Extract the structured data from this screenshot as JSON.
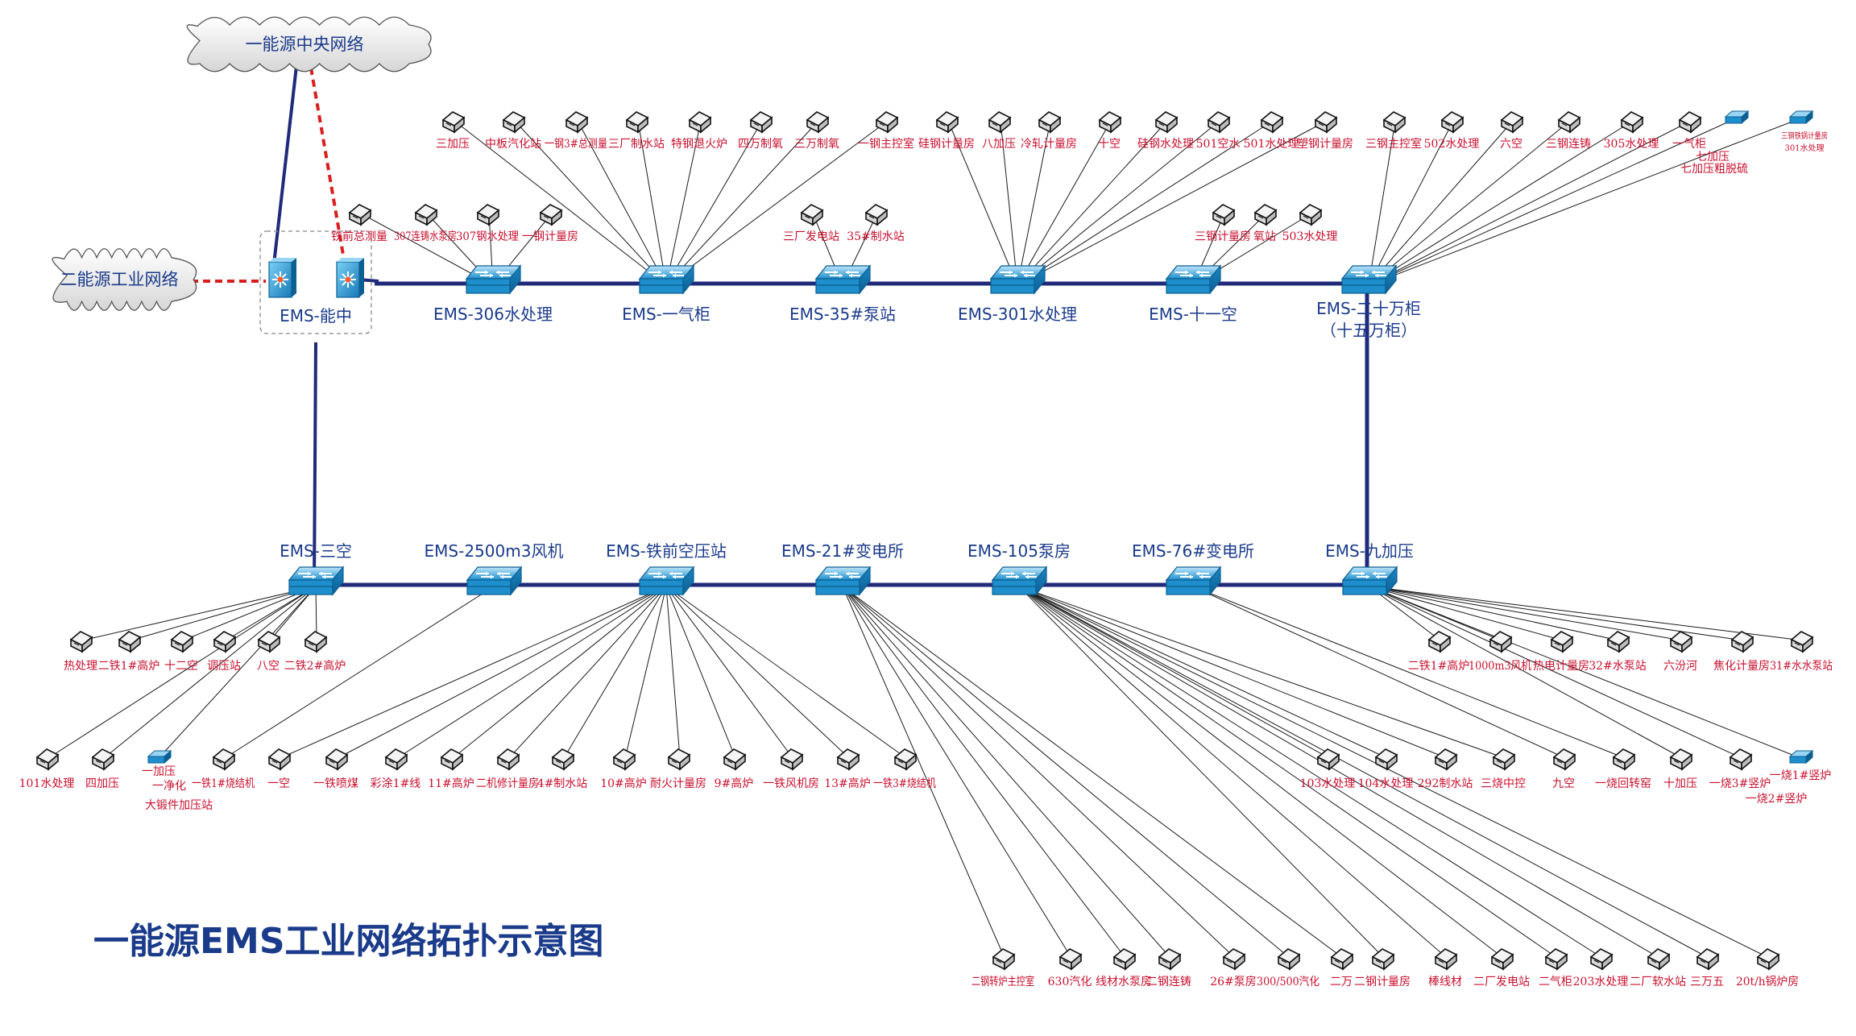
{
  "diagram_title": "一能源EMS工业网络拓扑示意图",
  "clouds": {
    "central": "一能源中央网络",
    "industrial": "二能源工业网络"
  },
  "core": {
    "label": "EMS-能中"
  },
  "top_switches": [
    {
      "label": "EMS-306水处理"
    },
    {
      "label": "EMS-一气柜"
    },
    {
      "label": "EMS-35#泵站"
    },
    {
      "label": "EMS-301水处理"
    },
    {
      "label": "EMS-十一空"
    },
    {
      "label": "EMS-二十万柜",
      "label2": "（十五万柜）"
    }
  ],
  "bottom_switches": [
    {
      "label": "EMS-三空"
    },
    {
      "label": "EMS-2500m3风机"
    },
    {
      "label": "EMS-铁前空压站"
    },
    {
      "label": "EMS-21#变电所"
    },
    {
      "label": "EMS-105泵房"
    },
    {
      "label": "EMS-76#变电所"
    },
    {
      "label": "EMS-九加压"
    }
  ],
  "nodes": {
    "top_row": [
      "三加压",
      "中板汽化站",
      "一钢3#总测量",
      "三厂制水站",
      "特钢退火炉",
      "四万制氧",
      "三万制氧",
      "一钢主控室",
      "硅钢计量房",
      "八加压",
      "冷轧计量房",
      "十空",
      "硅钢水处理",
      "501空水",
      "501水处理",
      "塑钢计量房",
      "三钢主控室",
      "502水处理",
      "六空",
      "三钢连铸",
      "305水处理",
      "一气柜",
      "七加压",
      "301水处理"
    ],
    "top_row_extra": [
      "七加压粗脱硫",
      "三钢铁锅计量房"
    ],
    "sub_306": [
      "铁前总测量",
      "307连铸水泵房",
      "307钢水处理",
      "一钢计量房"
    ],
    "sub_35": [
      "三厂发电站",
      "35#制水站"
    ],
    "sub_11": [
      "三钢计量房",
      "氧站",
      "503水处理"
    ],
    "row1_left": [
      "热处理",
      "二铁1#高炉",
      "十二空",
      "调压站",
      "八空",
      "二铁2#高炉"
    ],
    "row1_right": [
      "二铁1#高炉",
      "1000m3风机",
      "热电计量房",
      "32#水泵站",
      "六汾河",
      "焦化计量房",
      "31#水水泵站"
    ],
    "row2_left": [
      "101水处理",
      "四加压",
      "一加压",
      "一铁1#烧结机",
      "一空",
      "一铁喷煤",
      "彩涂1#线",
      "11#高炉",
      "二机修计量房",
      "4#制水站",
      "10#高炉",
      "耐火计量房",
      "9#高炉",
      "一铁风机房",
      "13#高炉",
      "一铁3#烧结机"
    ],
    "row2_left_sub": [
      "一净化",
      "大锻件加压站"
    ],
    "row2_right": [
      "103水处理",
      "104水处理",
      "292制水站",
      "三烧中控",
      "九空",
      "一烧回转窑",
      "十加压",
      "一烧3#竖炉",
      "一烧1#竖炉"
    ],
    "row2_right_sub": [
      "一烧2#竖炉"
    ],
    "row3": [
      "二钢转炉主控室",
      "630汽化",
      "线材水泵房",
      "二钢连铸",
      "26#泵房",
      "300/500汽化",
      "二万",
      "二钢计量房",
      "棒线材",
      "二厂发电站",
      "二气柜",
      "203水处理",
      "二厂软水站",
      "三万五",
      "20t/h锅炉房"
    ]
  },
  "colors": {
    "trunk": "#1f2a7a",
    "wan_link": "#d81e1e",
    "node_label": "#c8102e",
    "switch_label": "#1a3a8a",
    "switch_body": "#1e9ad6"
  }
}
